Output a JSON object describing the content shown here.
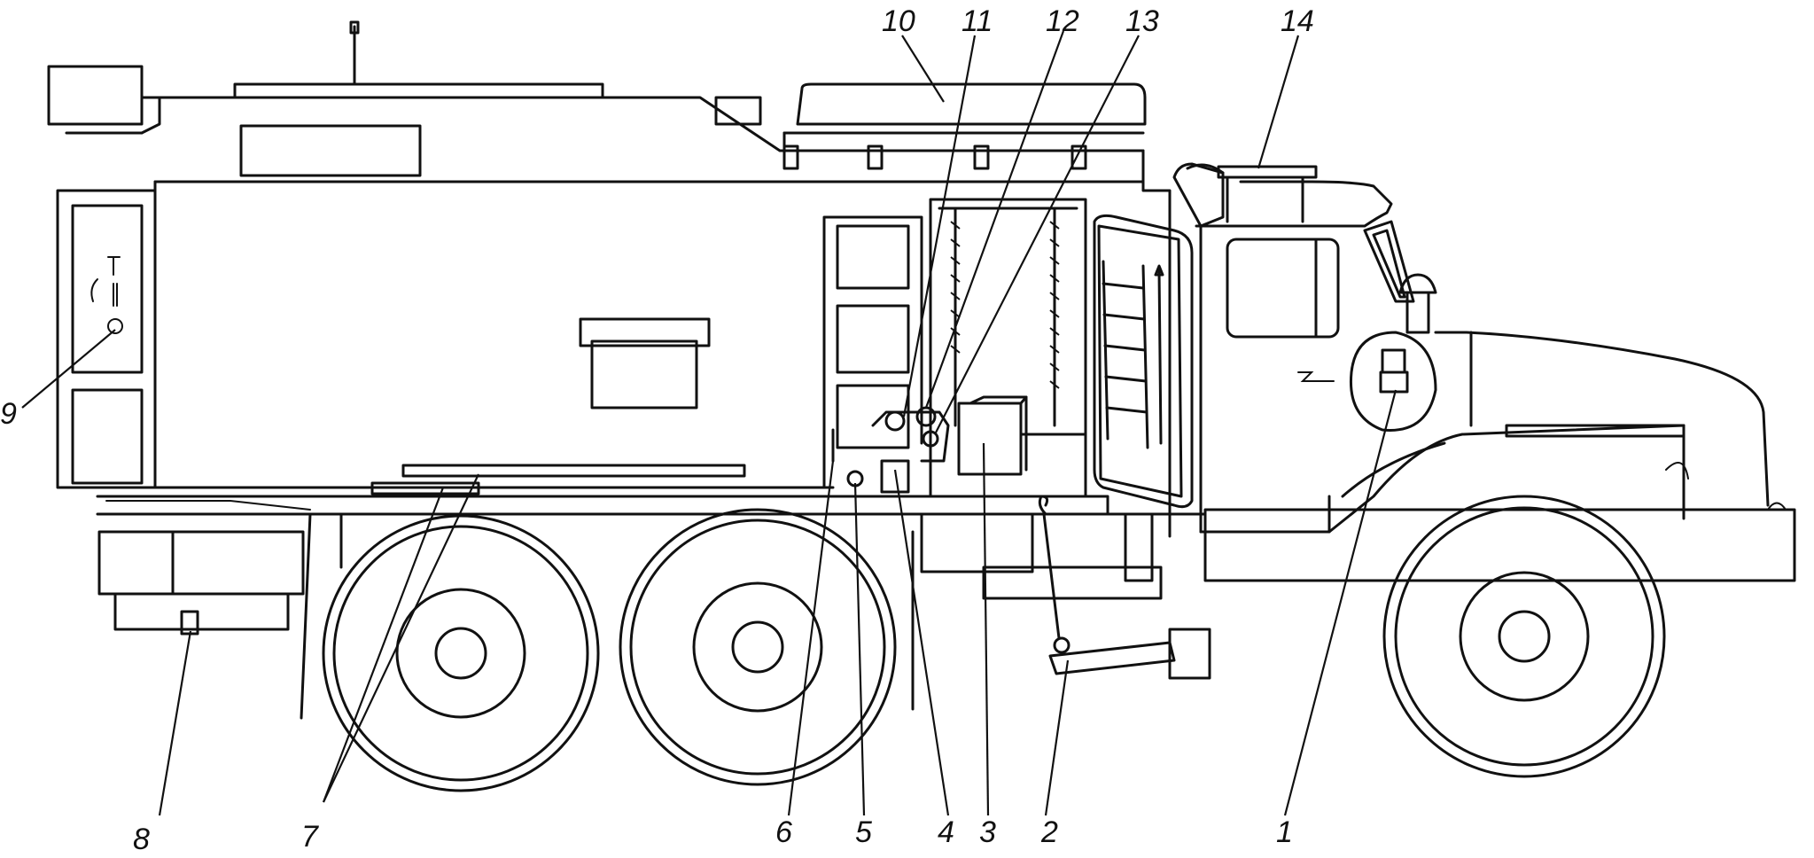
{
  "figure": {
    "callouts": [
      {
        "id": "1",
        "label": "1"
      },
      {
        "id": "2",
        "label": "2"
      },
      {
        "id": "3",
        "label": "3"
      },
      {
        "id": "4",
        "label": "4"
      },
      {
        "id": "5",
        "label": "5"
      },
      {
        "id": "6",
        "label": "6"
      },
      {
        "id": "7",
        "label": "7"
      },
      {
        "id": "8",
        "label": "8"
      },
      {
        "id": "9",
        "label": "9"
      },
      {
        "id": "10",
        "label": "10"
      },
      {
        "id": "11",
        "label": "11"
      },
      {
        "id": "12",
        "label": "12"
      },
      {
        "id": "13",
        "label": "13"
      },
      {
        "id": "14",
        "label": "14"
      }
    ],
    "colors": {
      "ink": "#111111",
      "paper": "#ffffff"
    }
  }
}
